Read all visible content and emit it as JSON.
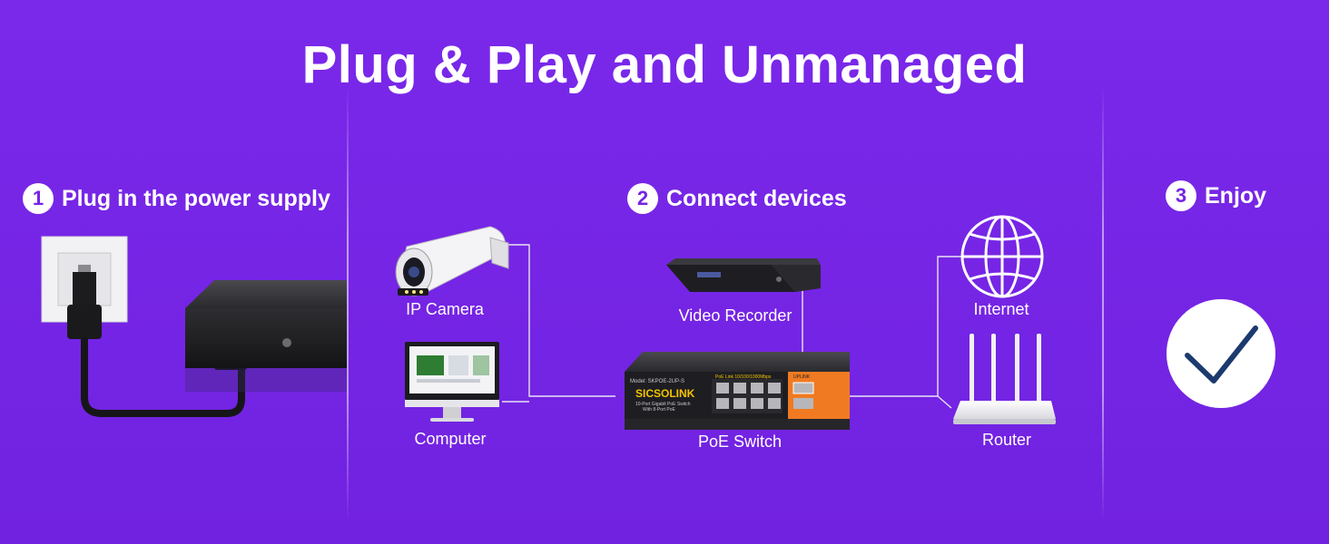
{
  "title": "Plug & Play and Unmanaged",
  "steps": [
    {
      "number": "1",
      "label": "Plug in the power supply"
    },
    {
      "number": "2",
      "label": "Connect devices"
    },
    {
      "number": "3",
      "label": "Enjoy"
    }
  ],
  "devices": {
    "ip_camera": "IP Camera",
    "computer": "Computer",
    "video_recorder": "Video Recorder",
    "poe_switch": "PoE Switch",
    "internet": "Internet",
    "router": "Router"
  },
  "switch_brand": "SICSOLINK",
  "switch_model": "Model: SKPOE-2UP-S",
  "switch_desc_1": "10-Port Gigabit PoE Switch",
  "switch_desc_2": "With 8-Port PoE",
  "switch_port_label": "PoE Link 10/100/1000Mbps",
  "switch_uplink_label": "UPLINK",
  "colors": {
    "background": "#7424e4",
    "switch_orange": "#f07a22",
    "check": "#1c3a6e"
  },
  "icons": [
    "power-outlet-icon",
    "power-plug-icon",
    "globe-icon",
    "router-icon",
    "checkmark-icon"
  ]
}
